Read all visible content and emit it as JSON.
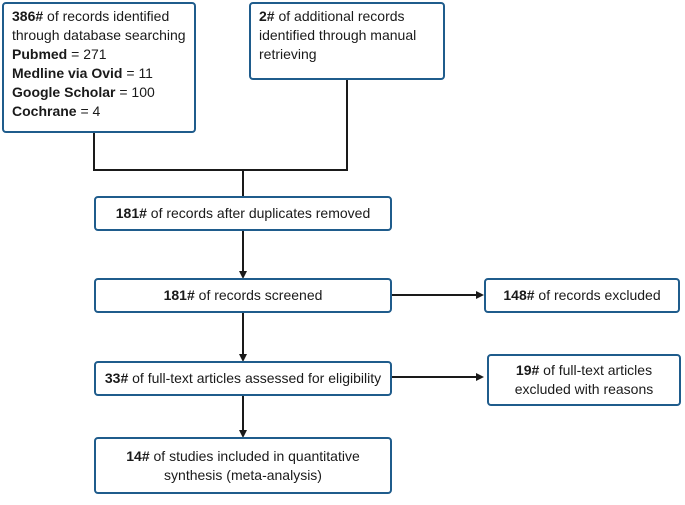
{
  "flow": {
    "db_search": {
      "count": "386#",
      "text1": " of records identified",
      "text2": "through database searching",
      "sources": [
        {
          "name": "Pubmed",
          "value": " = 271"
        },
        {
          "name": "Medline via Ovid",
          "value": " = 11"
        },
        {
          "name": "Google Scholar",
          "value": " = 100"
        },
        {
          "name": "Cochrane",
          "value": " = 4"
        }
      ]
    },
    "manual": {
      "count": "2#",
      "text1": " of additional records",
      "text2": "identified through manual",
      "text3": "retrieving"
    },
    "duplicates": {
      "count": "181#",
      "text": " of records after duplicates removed"
    },
    "screened": {
      "count": "181#",
      "text": " of records screened"
    },
    "excluded": {
      "count": "148#",
      "text": " of records excluded"
    },
    "fulltext": {
      "count": "33#",
      "text": " of full-text articles assessed for eligibility"
    },
    "fulltext_excluded": {
      "count": "19#",
      "text1": " of full-text articles",
      "text2": "excluded with reasons"
    },
    "included": {
      "count": "14#",
      "text1": " of studies included in quantitative",
      "text2": "synthesis (meta-analysis)"
    }
  }
}
